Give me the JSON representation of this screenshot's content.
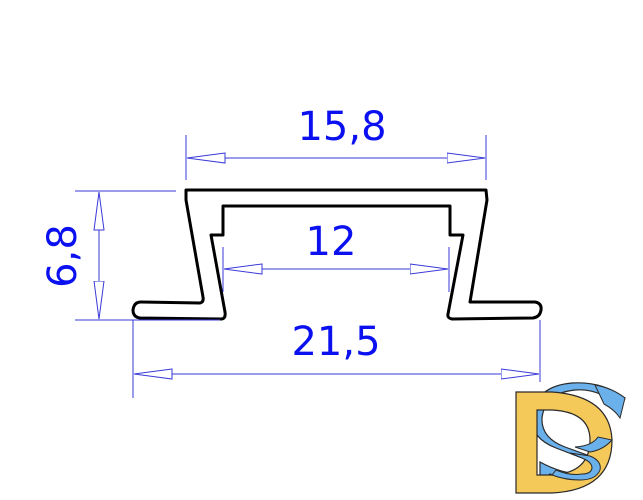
{
  "drawing": {
    "type": "profile-cross-section",
    "units": "mm",
    "dimensions": {
      "top_width": "15,8",
      "inner_width": "12",
      "bottom_width": "21,5",
      "height": "6,8"
    },
    "colors": {
      "outline": "#000000",
      "dimension": "#3a3ad8",
      "dimension_text": "#0a10f0",
      "background": "#ffffff"
    }
  },
  "logo": {
    "letters": "DS",
    "colors": {
      "d": "#f5c85a",
      "s": "#6ab0ea",
      "stroke": "#2a2a2a"
    }
  }
}
